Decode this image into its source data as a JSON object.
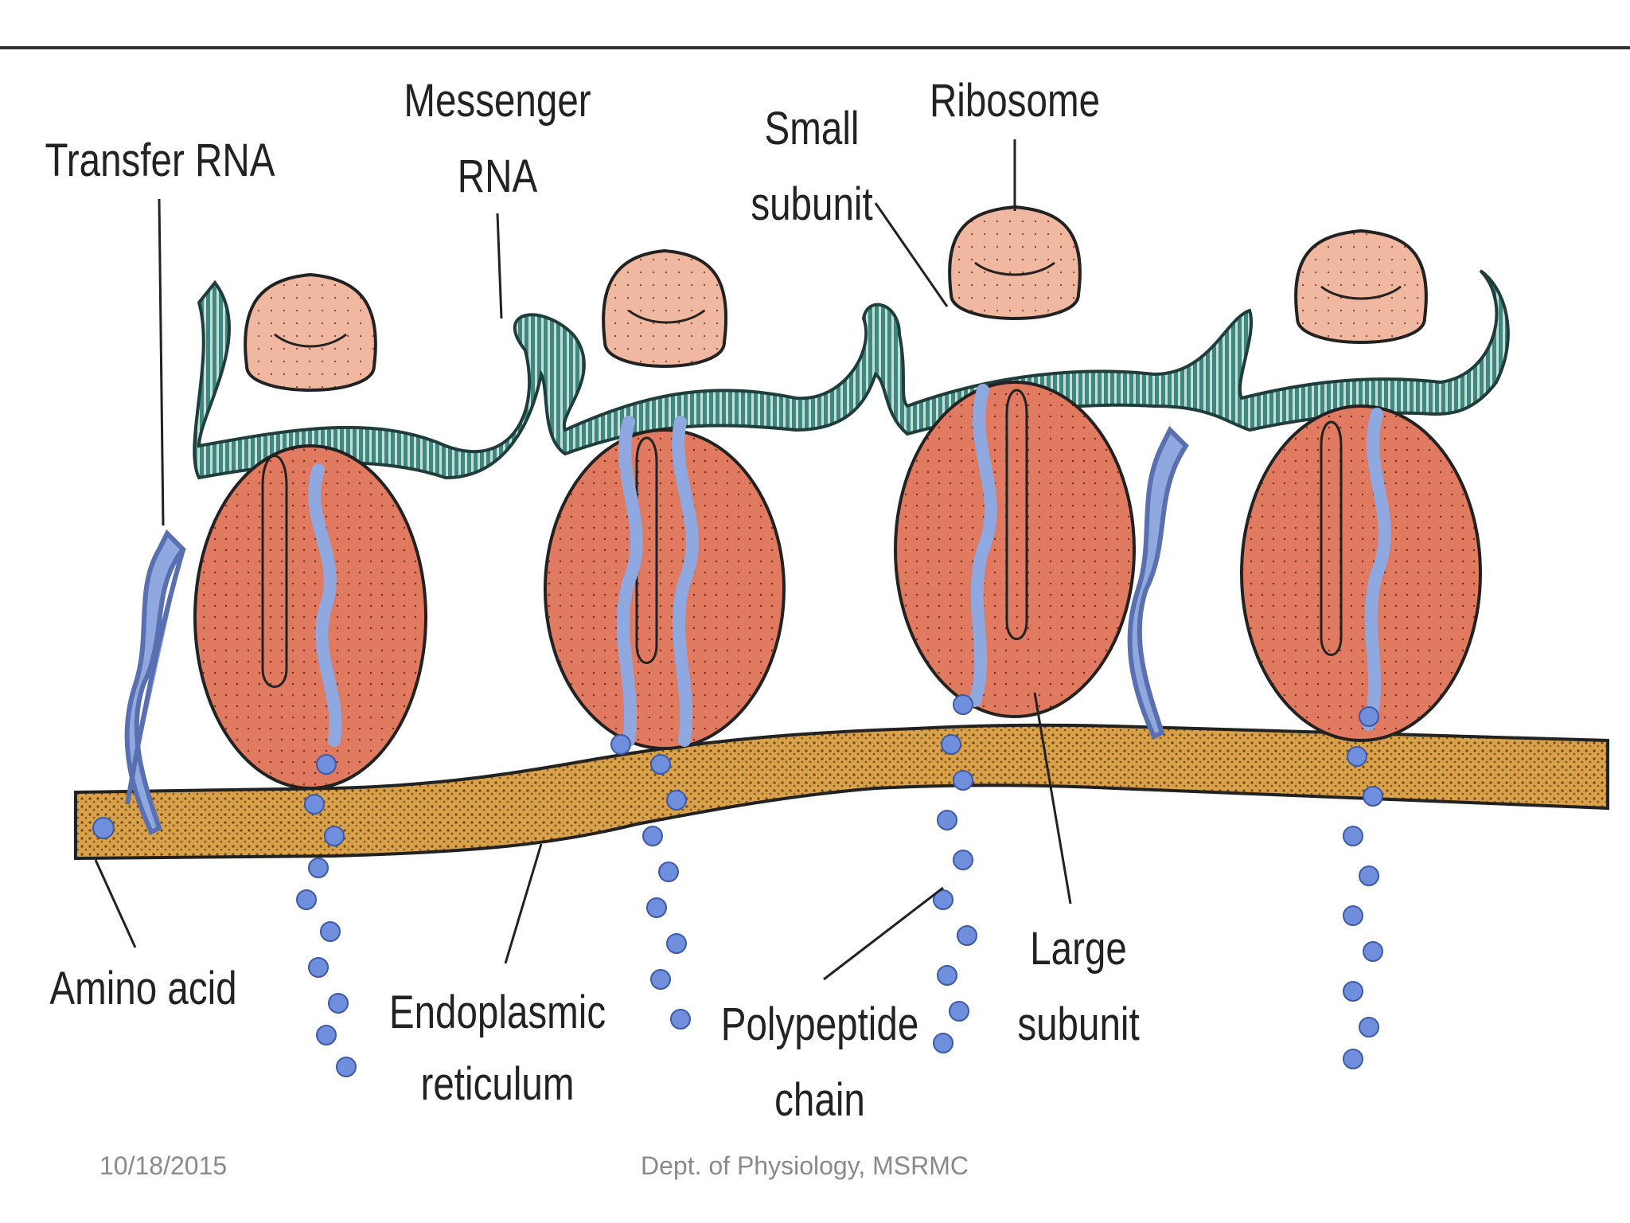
{
  "diagram": {
    "labels": {
      "transfer_rna": "Transfer RNA",
      "messenger_rna_line1": "Messenger",
      "messenger_rna_line2": "RNA",
      "small_subunit_line1": "Small",
      "small_subunit_line2": "subunit",
      "ribosome": "Ribosome",
      "amino_acid": "Amino acid",
      "endoplasmic_line1": "Endoplasmic",
      "endoplasmic_line2": "reticulum",
      "polypeptide_line1": "Polypeptide",
      "polypeptide_line2": "chain",
      "large_subunit_line1": "Large",
      "large_subunit_line2": "subunit"
    },
    "colors": {
      "ribosome_body": "#e07a60",
      "ribosome_cap": "#f0b8a0",
      "mrna_ribbon": "#2e7a72",
      "trna": "#8fa8e0",
      "amino_acid_bead": "#6f8fdc",
      "er_membrane": "#d9a24a",
      "outline": "#222222"
    }
  },
  "footer": {
    "date": "10/18/2015",
    "department": "Dept. of Physiology, MSRMC"
  }
}
